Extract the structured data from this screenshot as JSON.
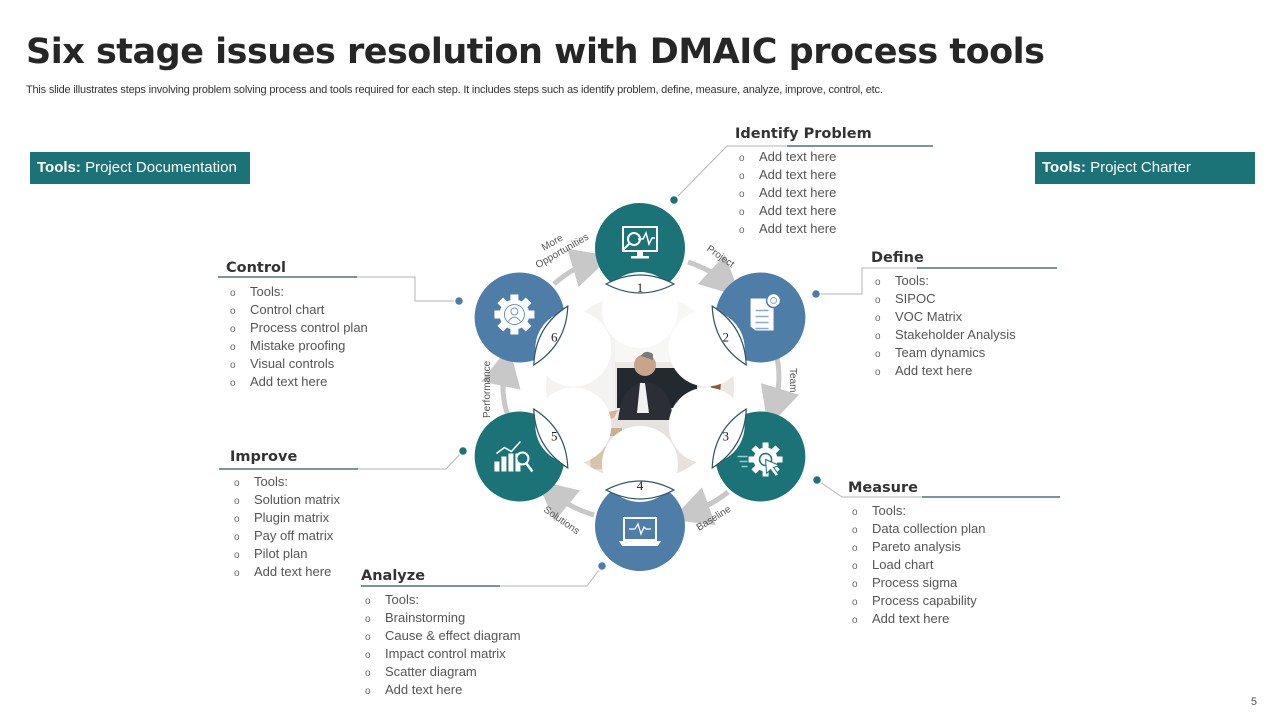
{
  "title": "Six stage issues resolution with DMAIC process tools",
  "subtitle": "This slide illustrates steps involving problem solving process and tools required for each step. It includes steps such as identify problem, define, measure, analyze, improve, control, etc.",
  "tools_left": {
    "label": "Tools:",
    "value": "Project Documentation"
  },
  "tools_right": {
    "label": "Tools:",
    "value": "Project Charter"
  },
  "colors": {
    "teal": "#1c7377",
    "blue": "#4e7ea8",
    "arrow": "#c8c8c8"
  },
  "stages": [
    {
      "number": "1",
      "title": "Identify Problem",
      "icon": "monitor-analytics-icon",
      "color": "teal",
      "items": [
        "Add text here",
        "Add text here",
        "Add text here",
        "Add text here",
        "Add text here"
      ]
    },
    {
      "number": "2",
      "title": "Define",
      "icon": "document-idea-icon",
      "color": "blue",
      "items": [
        "Tools:",
        "SIPOC",
        "VOC Matrix",
        "Stakeholder Analysis",
        "Team dynamics",
        "Add text here"
      ]
    },
    {
      "number": "3",
      "title": "Measure",
      "icon": "gear-cursor-icon",
      "color": "teal",
      "items": [
        "Tools:",
        "Data collection plan",
        "Pareto analysis",
        "Load chart",
        "Process sigma",
        "Process capability",
        "Add text here"
      ]
    },
    {
      "number": "4",
      "title": "Analyze",
      "icon": "laptop-pulse-icon",
      "color": "blue",
      "items": [
        "Tools:",
        "Brainstorming",
        "Cause & effect diagram",
        "Impact control matrix",
        "Scatter diagram",
        "Add text here"
      ]
    },
    {
      "number": "5",
      "title": "Improve",
      "icon": "bar-chart-search-icon",
      "color": "teal",
      "items": [
        "Tools:",
        "Solution matrix",
        "Plugin matrix",
        "Pay off matrix",
        "Pilot plan",
        "Add text here"
      ]
    },
    {
      "number": "6",
      "title": "Control",
      "icon": "gear-user-icon",
      "color": "blue",
      "items": [
        "Tools:",
        "Control chart",
        "Process control plan",
        "Mistake proofing",
        "Visual controls",
        "Add text here"
      ]
    }
  ],
  "arrow_labels": [
    "Project",
    "Team",
    "Baseline",
    "Solutions",
    "Performance",
    "More Opportunities"
  ],
  "center_image": "business meeting handshake photo",
  "page_number": "5"
}
